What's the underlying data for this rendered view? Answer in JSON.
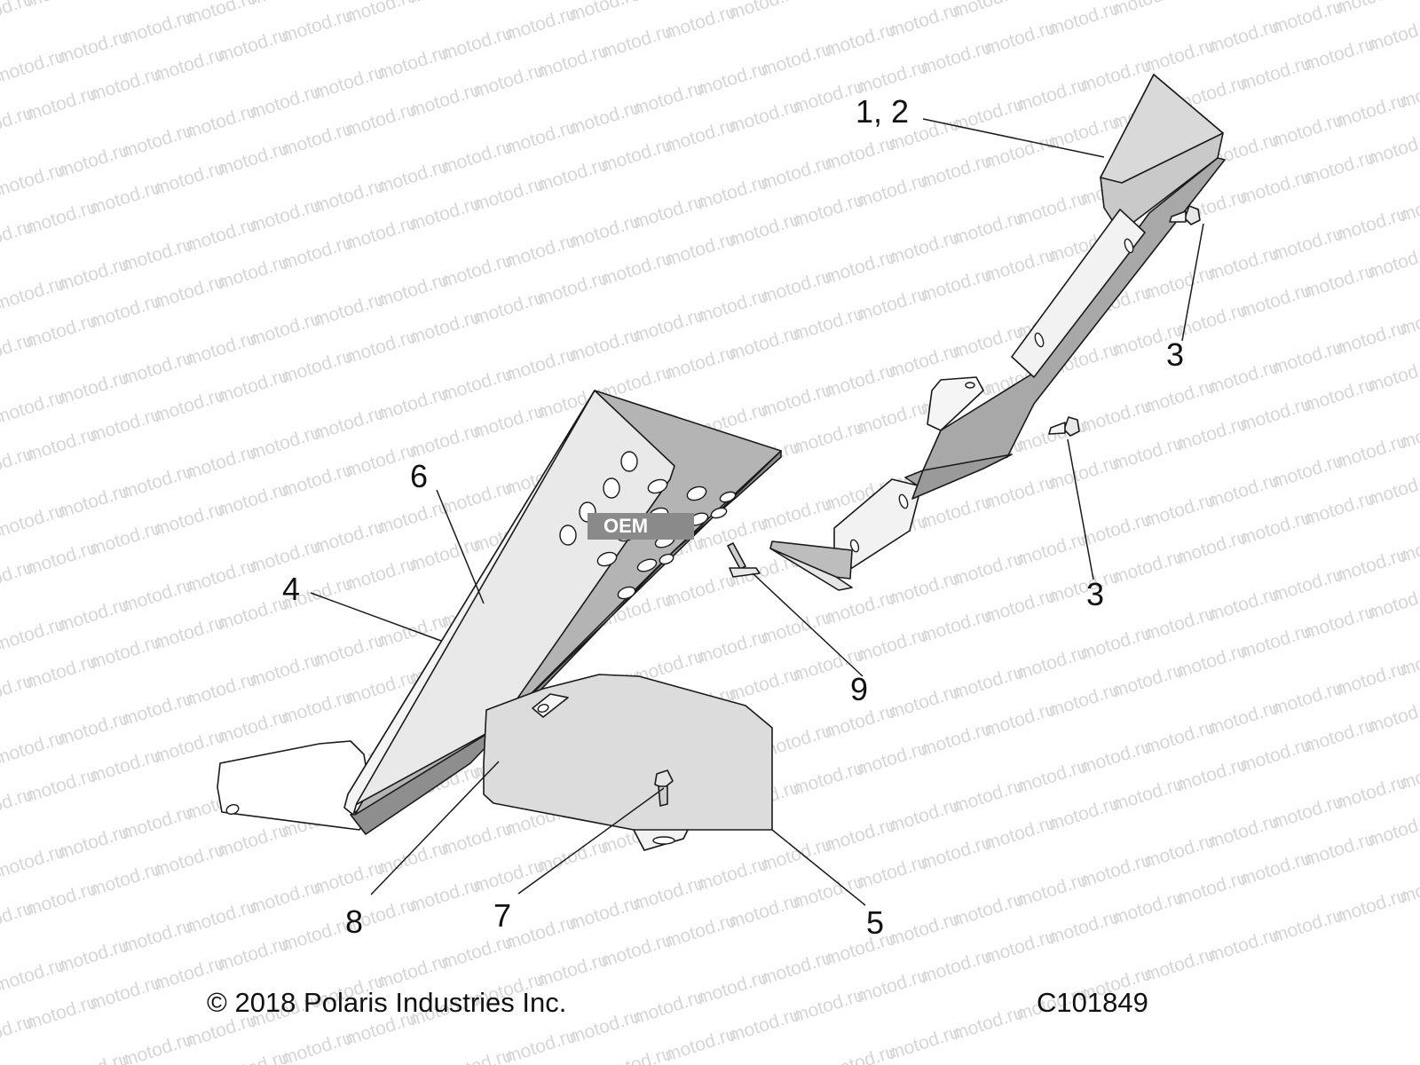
{
  "diagram": {
    "watermark_text": "motod.ru",
    "badge_text": "OEM",
    "callouts": {
      "c12": "1, 2",
      "c3a": "3",
      "c3b": "3",
      "c4": "4",
      "c5": "5",
      "c6": "6",
      "c7": "7",
      "c8": "8",
      "c9": "9"
    },
    "copyright": "© 2018 Polaris Industries Inc.",
    "figure_code": "C101849"
  }
}
